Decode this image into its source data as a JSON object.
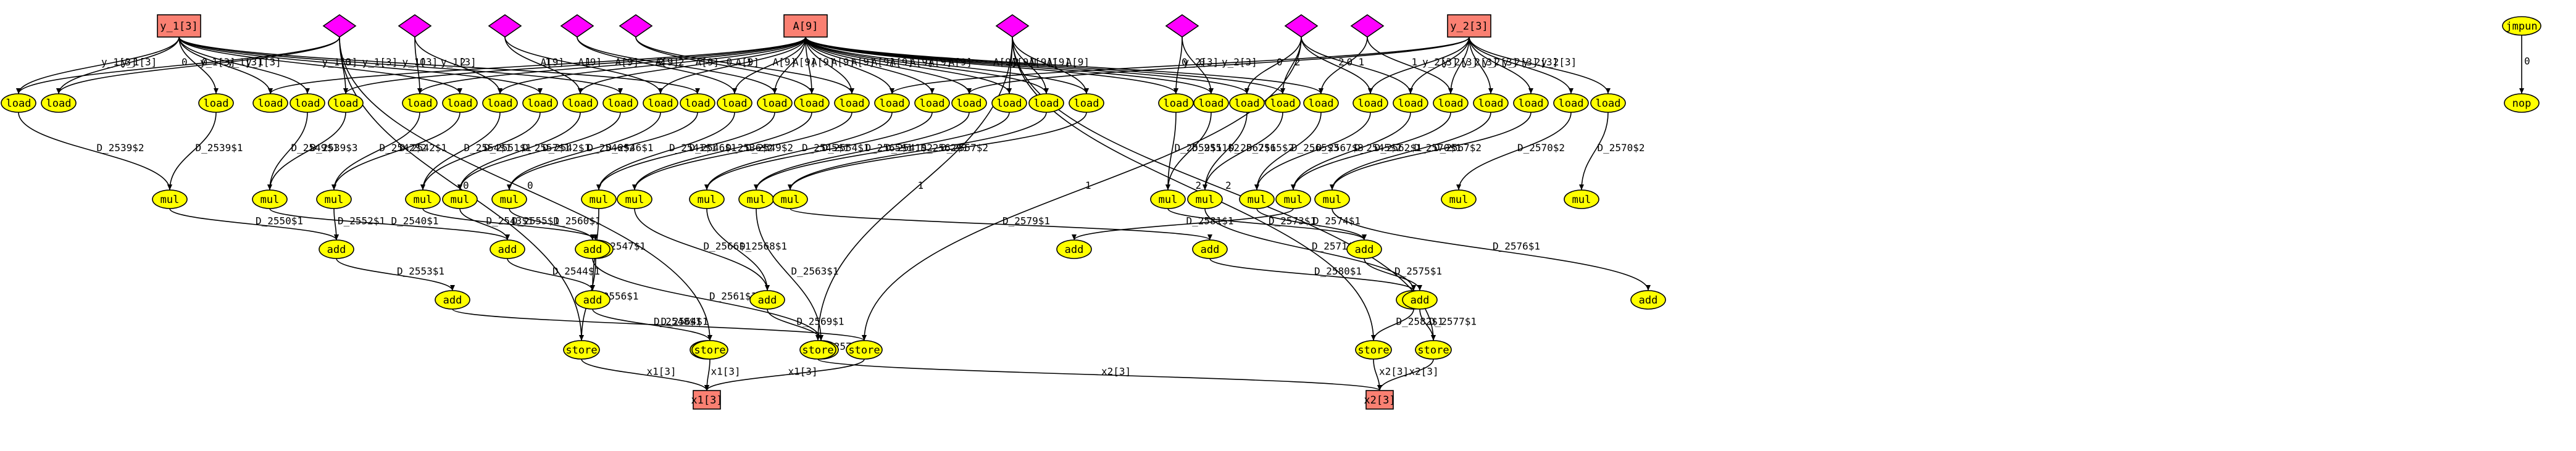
{
  "nodes": [
    {
      "id": "y1",
      "shape": "rect",
      "label": "y_1[3]"
    },
    {
      "id": "dA",
      "shape": "diamond",
      "label": ""
    },
    {
      "id": "dB",
      "shape": "diamond",
      "label": ""
    },
    {
      "id": "dC",
      "shape": "diamond",
      "label": ""
    },
    {
      "id": "dD",
      "shape": "diamond",
      "label": ""
    },
    {
      "id": "dE",
      "shape": "diamond",
      "label": ""
    },
    {
      "id": "A",
      "shape": "rect",
      "label": "A[9]"
    },
    {
      "id": "dF",
      "shape": "diamond",
      "label": ""
    },
    {
      "id": "dG",
      "shape": "diamond",
      "label": ""
    },
    {
      "id": "dH",
      "shape": "diamond",
      "label": ""
    },
    {
      "id": "dI",
      "shape": "diamond",
      "label": ""
    },
    {
      "id": "y2",
      "shape": "rect",
      "label": "y_2[3]"
    },
    {
      "id": "jmp",
      "shape": "ellipse",
      "label": "jmpun"
    },
    {
      "id": "L1",
      "shape": "ellipse",
      "label": "load"
    },
    {
      "id": "L2",
      "shape": "ellipse",
      "label": "load"
    },
    {
      "id": "L3",
      "shape": "ellipse",
      "label": "load"
    },
    {
      "id": "L4",
      "shape": "ellipse",
      "label": "load"
    },
    {
      "id": "L5",
      "shape": "ellipse",
      "label": "load"
    },
    {
      "id": "L6",
      "shape": "ellipse",
      "label": "load"
    },
    {
      "id": "L7",
      "shape": "ellipse",
      "label": "load"
    },
    {
      "id": "L8",
      "shape": "ellipse",
      "label": "load"
    },
    {
      "id": "L9",
      "shape": "ellipse",
      "label": "load"
    },
    {
      "id": "L10",
      "shape": "ellipse",
      "label": "load"
    },
    {
      "id": "L11",
      "shape": "ellipse",
      "label": "load"
    },
    {
      "id": "L12",
      "shape": "ellipse",
      "label": "load"
    },
    {
      "id": "L13",
      "shape": "ellipse",
      "label": "load"
    },
    {
      "id": "L14",
      "shape": "ellipse",
      "label": "load"
    },
    {
      "id": "L15",
      "shape": "ellipse",
      "label": "load"
    },
    {
      "id": "L16",
      "shape": "ellipse",
      "label": "load"
    },
    {
      "id": "L17",
      "shape": "ellipse",
      "label": "load"
    },
    {
      "id": "L18",
      "shape": "ellipse",
      "label": "load"
    },
    {
      "id": "L19",
      "shape": "ellipse",
      "label": "load"
    },
    {
      "id": "L20",
      "shape": "ellipse",
      "label": "load"
    },
    {
      "id": "L21",
      "shape": "ellipse",
      "label": "load"
    },
    {
      "id": "L22",
      "shape": "ellipse",
      "label": "load"
    },
    {
      "id": "L23",
      "shape": "ellipse",
      "label": "load"
    },
    {
      "id": "L24",
      "shape": "ellipse",
      "label": "load"
    },
    {
      "id": "L25",
      "shape": "ellipse",
      "label": "load"
    },
    {
      "id": "L26",
      "shape": "ellipse",
      "label": "load"
    },
    {
      "id": "L27",
      "shape": "ellipse",
      "label": "load"
    },
    {
      "id": "L28",
      "shape": "ellipse",
      "label": "load"
    },
    {
      "id": "L29",
      "shape": "ellipse",
      "label": "load"
    },
    {
      "id": "L30",
      "shape": "ellipse",
      "label": "load"
    },
    {
      "id": "L31",
      "shape": "ellipse",
      "label": "load"
    },
    {
      "id": "L32",
      "shape": "ellipse",
      "label": "load"
    },
    {
      "id": "L33",
      "shape": "ellipse",
      "label": "load"
    },
    {
      "id": "L34",
      "shape": "ellipse",
      "label": "load"
    },
    {
      "id": "L35",
      "shape": "ellipse",
      "label": "load"
    },
    {
      "id": "L36",
      "shape": "ellipse",
      "label": "load"
    },
    {
      "id": "nop",
      "shape": "ellipse",
      "label": "nop"
    },
    {
      "id": "M1",
      "shape": "ellipse",
      "label": "mul"
    },
    {
      "id": "M2",
      "shape": "ellipse",
      "label": "mul"
    },
    {
      "id": "M3",
      "shape": "ellipse",
      "label": "mul"
    },
    {
      "id": "M4",
      "shape": "ellipse",
      "label": "mul"
    },
    {
      "id": "M5",
      "shape": "ellipse",
      "label": "mul"
    },
    {
      "id": "M6",
      "shape": "ellipse",
      "label": "mul"
    },
    {
      "id": "M7",
      "shape": "ellipse",
      "label": "mul"
    },
    {
      "id": "M8",
      "shape": "ellipse",
      "label": "mul"
    },
    {
      "id": "M9",
      "shape": "ellipse",
      "label": "mul"
    },
    {
      "id": "M10",
      "shape": "ellipse",
      "label": "mul"
    },
    {
      "id": "M11",
      "shape": "ellipse",
      "label": "mul"
    },
    {
      "id": "M12",
      "shape": "ellipse",
      "label": "mul"
    },
    {
      "id": "M13",
      "shape": "ellipse",
      "label": "mul"
    },
    {
      "id": "M14",
      "shape": "ellipse",
      "label": "mul"
    },
    {
      "id": "M15",
      "shape": "ellipse",
      "label": "mul"
    },
    {
      "id": "M16",
      "shape": "ellipse",
      "label": "mul"
    },
    {
      "id": "M17",
      "shape": "ellipse",
      "label": "mul"
    },
    {
      "id": "M18",
      "shape": "ellipse",
      "label": "mul"
    },
    {
      "id": "Ad1",
      "shape": "ellipse",
      "label": "add"
    },
    {
      "id": "Ad2",
      "shape": "ellipse",
      "label": "add"
    },
    {
      "id": "Ad3",
      "shape": "ellipse",
      "label": "add"
    },
    {
      "id": "Ad4",
      "shape": "ellipse",
      "label": "add"
    },
    {
      "id": "Ad5",
      "shape": "ellipse",
      "label": "add"
    },
    {
      "id": "Ad6",
      "shape": "ellipse",
      "label": "add"
    },
    {
      "id": "Ad7",
      "shape": "ellipse",
      "label": "add"
    },
    {
      "id": "Ad8",
      "shape": "ellipse",
      "label": "add"
    },
    {
      "id": "Bd1",
      "shape": "ellipse",
      "label": "add"
    },
    {
      "id": "Bd2",
      "shape": "ellipse",
      "label": "add"
    },
    {
      "id": "Bd3",
      "shape": "ellipse",
      "label": "add"
    },
    {
      "id": "Bd4",
      "shape": "ellipse",
      "label": "add"
    },
    {
      "id": "Cd1",
      "shape": "ellipse",
      "label": "add"
    },
    {
      "id": "Cd2",
      "shape": "ellipse",
      "label": "add"
    },
    {
      "id": "S1",
      "shape": "ellipse",
      "label": "store"
    },
    {
      "id": "S2",
      "shape": "ellipse",
      "label": "store"
    },
    {
      "id": "S3",
      "shape": "ellipse",
      "label": "store"
    },
    {
      "id": "S4",
      "shape": "ellipse",
      "label": "store"
    },
    {
      "id": "S5",
      "shape": "ellipse",
      "label": "store"
    },
    {
      "id": "S6",
      "shape": "ellipse",
      "label": "store"
    },
    {
      "id": "S7",
      "shape": "ellipse",
      "label": "store"
    },
    {
      "id": "x1",
      "shape": "rect",
      "label": "x1[3]"
    },
    {
      "id": "x2",
      "shape": "rect",
      "label": "x2[3]"
    }
  ],
  "edges": [
    {
      "from": "y1",
      "to": "L1",
      "label": "y_1[3]"
    },
    {
      "from": "y1",
      "to": "L2",
      "label": "y_1[3]"
    },
    {
      "from": "y1",
      "to": "L3",
      "label": "y_1[3]"
    },
    {
      "from": "y1",
      "to": "L4",
      "label": "y_1[3]"
    },
    {
      "from": "y1",
      "to": "L5",
      "label": "y_1[3]"
    },
    {
      "from": "y1",
      "to": "L8",
      "label": "y_1[3]"
    },
    {
      "from": "y1",
      "to": "L10",
      "label": "y_1[3]"
    },
    {
      "from": "y1",
      "to": "L12",
      "label": "y_1[3]"
    },
    {
      "from": "y1",
      "to": "L14",
      "label": "y_1[3]"
    },
    {
      "from": "dA",
      "to": "L1",
      "label": "0"
    },
    {
      "from": "dA",
      "to": "L2",
      "label": "0"
    },
    {
      "from": "dA",
      "to": "L6",
      "label": "0"
    },
    {
      "from": "dA",
      "to": "S1",
      "label": "0"
    },
    {
      "from": "dA",
      "to": "S3",
      "label": "0"
    },
    {
      "from": "dB",
      "to": "L7",
      "label": "0"
    },
    {
      "from": "dB",
      "to": "L9",
      "label": "2"
    },
    {
      "from": "dC",
      "to": "L11",
      "label": "1"
    },
    {
      "from": "dC",
      "to": "L13",
      "label": "1"
    },
    {
      "from": "dD",
      "to": "L15",
      "label": "2"
    },
    {
      "from": "dD",
      "to": "L16",
      "label": "2"
    },
    {
      "from": "dE",
      "to": "L17",
      "label": "0"
    },
    {
      "from": "dE",
      "to": "L18",
      "label": "1"
    },
    {
      "from": "A",
      "to": "L4",
      "label": "A[9]"
    },
    {
      "from": "A",
      "to": "L6",
      "label": "A[9]"
    },
    {
      "from": "A",
      "to": "L7",
      "label": "A[9]"
    },
    {
      "from": "A",
      "to": "L9",
      "label": "A[9]"
    },
    {
      "from": "A",
      "to": "L11",
      "label": "A[9]"
    },
    {
      "from": "A",
      "to": "L13",
      "label": "A[9]"
    },
    {
      "from": "A",
      "to": "L15",
      "label": "A[9]"
    },
    {
      "from": "A",
      "to": "L16",
      "label": "A[9]"
    },
    {
      "from": "A",
      "to": "L17",
      "label": "A[9]"
    },
    {
      "from": "A",
      "to": "L18",
      "label": "A[9]"
    },
    {
      "from": "A",
      "to": "L19",
      "label": "A[9]"
    },
    {
      "from": "A",
      "to": "L20",
      "label": "A[9]"
    },
    {
      "from": "A",
      "to": "L21",
      "label": "A[9]"
    },
    {
      "from": "A",
      "to": "L22",
      "label": "A[9]"
    },
    {
      "from": "A",
      "to": "L23",
      "label": "A[9]"
    },
    {
      "from": "A",
      "to": "L24",
      "label": "A[9]"
    },
    {
      "from": "A",
      "to": "L25",
      "label": "A[9]"
    },
    {
      "from": "A",
      "to": "L26",
      "label": "A[9]"
    },
    {
      "from": "A",
      "to": "L27",
      "label": "A[9]"
    },
    {
      "from": "A",
      "to": "L28",
      "label": "A[9]"
    },
    {
      "from": "A",
      "to": "L29",
      "label": "A[9]"
    },
    {
      "from": "dF",
      "to": "L22",
      "label": "2"
    },
    {
      "from": "dF",
      "to": "L23",
      "label": "1"
    },
    {
      "from": "dF",
      "to": "L24",
      "label": "1"
    },
    {
      "from": "dF",
      "to": "S4",
      "label": "1"
    },
    {
      "from": "dF",
      "to": "S6",
      "label": "2"
    },
    {
      "from": "dF",
      "to": "S7",
      "label": "2"
    },
    {
      "from": "dG",
      "to": "L25",
      "label": "0"
    },
    {
      "from": "dG",
      "to": "L26",
      "label": "0"
    },
    {
      "from": "dH",
      "to": "L27",
      "label": "0"
    },
    {
      "from": "dH",
      "to": "L28",
      "label": "2"
    },
    {
      "from": "dH",
      "to": "L30",
      "label": "2"
    },
    {
      "from": "dH",
      "to": "L31",
      "label": "1"
    },
    {
      "from": "dH",
      "to": "S5",
      "label": "1"
    },
    {
      "from": "dI",
      "to": "L32",
      "label": "1"
    },
    {
      "from": "dI",
      "to": "L29",
      "label": "0"
    },
    {
      "from": "y2",
      "to": "L19",
      "label": "y_2[3]"
    },
    {
      "from": "y2",
      "to": "L21",
      "label": "y_2[3]"
    },
    {
      "from": "y2",
      "to": "L30",
      "label": "y_2[3]"
    },
    {
      "from": "y2",
      "to": "L31",
      "label": "y_2[3]"
    },
    {
      "from": "y2",
      "to": "L32",
      "label": "y_2[3]"
    },
    {
      "from": "y2",
      "to": "L33",
      "label": "y_2[3]"
    },
    {
      "from": "y2",
      "to": "L34",
      "label": "y_2[3]"
    },
    {
      "from": "y2",
      "to": "L35",
      "label": "y_2[3]"
    },
    {
      "from": "y2",
      "to": "L36",
      "label": "y_2[3]"
    },
    {
      "from": "jmp",
      "to": "nop",
      "label": "0"
    },
    {
      "from": "L1",
      "to": "M1",
      "label": "D_2539$2"
    },
    {
      "from": "L3",
      "to": "M1",
      "label": "D_2539$1"
    },
    {
      "from": "L5",
      "to": "M2",
      "label": "D_2549$1"
    },
    {
      "from": "L6",
      "to": "M2",
      "label": "D_2539$3"
    },
    {
      "from": "L7",
      "to": "M3",
      "label": "D_2542$2"
    },
    {
      "from": "L8",
      "to": "M3",
      "label": "D_2542$1"
    },
    {
      "from": "L9",
      "to": "M4",
      "label": "D_2554$1"
    },
    {
      "from": "L10",
      "to": "M4",
      "label": "D_2551$1"
    },
    {
      "from": "L11",
      "to": "M5",
      "label": "D_2557$1"
    },
    {
      "from": "L12",
      "to": "M5",
      "label": "D_2542$1"
    },
    {
      "from": "L13",
      "to": "M6",
      "label": "D_2546$2"
    },
    {
      "from": "L14",
      "to": "M6",
      "label": "D_2546$1"
    },
    {
      "from": "L15",
      "to": "M7",
      "label": "D_2541$1"
    },
    {
      "from": "L16",
      "to": "M7",
      "label": "D_2546$1"
    },
    {
      "from": "L17",
      "to": "M8",
      "label": "D_2536$2"
    },
    {
      "from": "L18",
      "to": "M8",
      "label": "D_2549$2"
    },
    {
      "from": "L19",
      "to": "M9",
      "label": "D_2545$1"
    },
    {
      "from": "L20",
      "to": "M9",
      "label": "D_2554$1"
    },
    {
      "from": "L21",
      "to": "M10",
      "label": "D_2565$1"
    },
    {
      "from": "L22",
      "to": "M10",
      "label": "D_2541$2"
    },
    {
      "from": "L23",
      "to": "M11",
      "label": "D_2562$1"
    },
    {
      "from": "L24",
      "to": "M11",
      "label": "D_2557$2"
    },
    {
      "from": "L25",
      "to": "M12",
      "label": "D_2559$1"
    },
    {
      "from": "L26",
      "to": "M12",
      "label": "D_2551$2"
    },
    {
      "from": "L27",
      "to": "M13",
      "label": "D_2567$1"
    },
    {
      "from": "L28",
      "to": "M13",
      "label": "D_2565$2"
    },
    {
      "from": "L29",
      "to": "M14",
      "label": "D_2565$3"
    },
    {
      "from": "L30",
      "to": "M14",
      "label": "D_2567$3"
    },
    {
      "from": "L31",
      "to": "M15",
      "label": "D_2545$2"
    },
    {
      "from": "L32",
      "to": "M15",
      "label": "D_2562$1"
    },
    {
      "from": "L33",
      "to": "M16",
      "label": "D_2570$1"
    },
    {
      "from": "L34",
      "to": "M16",
      "label": "D_2567$2"
    },
    {
      "from": "L35",
      "to": "M17",
      "label": "D_2570$2"
    },
    {
      "from": "L36",
      "to": "M18",
      "label": "D_2570$2"
    },
    {
      "from": "M1",
      "to": "Ad1",
      "label": "D_2550$1"
    },
    {
      "from": "M2",
      "to": "Ad2",
      "label": "D_2540$1"
    },
    {
      "from": "M3",
      "to": "Ad1",
      "label": "D_2552$1"
    },
    {
      "from": "M4",
      "to": "Ad3",
      "label": "D_2555$1"
    },
    {
      "from": "M5",
      "to": "Ad2",
      "label": "D_2543$1"
    },
    {
      "from": "M6",
      "to": "Ad4",
      "label": "D_2560$1"
    },
    {
      "from": "M7",
      "to": "Ad5",
      "label": "D_2547$1"
    },
    {
      "from": "M8",
      "to": "Ad6",
      "label": "D_2566$1"
    },
    {
      "from": "M9",
      "to": "Ad6",
      "label": "D_2568$1"
    },
    {
      "from": "M10",
      "to": "Ad7",
      "label": "D_2563$1"
    },
    {
      "from": "M11",
      "to": "Bd1",
      "label": "D_2579$1"
    },
    {
      "from": "M12",
      "to": "Bd2",
      "label": "D_2573$1"
    },
    {
      "from": "M13",
      "to": "Bd3",
      "label": "D_2571$1"
    },
    {
      "from": "M14",
      "to": "Bd2",
      "label": "D_2574$1"
    },
    {
      "from": "M15",
      "to": "Bd4",
      "label": "D_2581$1"
    },
    {
      "from": "M16",
      "to": "Cd2",
      "label": "D_2576$1"
    },
    {
      "from": "Ad1",
      "to": "Ad8",
      "label": "D_2553$1"
    },
    {
      "from": "Ad2",
      "to": "Ad5",
      "label": "D_2544$1"
    },
    {
      "from": "Ad3",
      "to": "S1",
      "label": "D_2556$1"
    },
    {
      "from": "Ad4",
      "to": "Ad7",
      "label": "D_2561$1"
    },
    {
      "from": "Ad5",
      "to": "S3",
      "label": "D_2548$1"
    },
    {
      "from": "Ad6",
      "to": "Ad7",
      "label": "D_2569$1"
    },
    {
      "from": "Ad7",
      "to": "S4",
      "label": "D_2572$1"
    },
    {
      "from": "Ad8",
      "to": "S5",
      "label": "D_2564$1"
    },
    {
      "from": "Bd1",
      "to": "Bd3",
      "label": "D_2580$1"
    },
    {
      "from": "Bd2",
      "to": "Cd1",
      "label": "D_2575$1"
    },
    {
      "from": "Bd3",
      "to": "S6",
      "label": "D_2582$1"
    },
    {
      "from": "Cd1",
      "to": "S7",
      "label": "D_2577$1"
    },
    {
      "from": "S1",
      "to": "x1",
      "label": "x1[3]"
    },
    {
      "from": "S3",
      "to": "x1",
      "label": "x1[3]"
    },
    {
      "from": "S5",
      "to": "x1",
      "label": "x1[3]"
    },
    {
      "from": "S4",
      "to": "x2",
      "label": "x2[3]"
    },
    {
      "from": "S6",
      "to": "x2",
      "label": "x2[3]"
    },
    {
      "from": "S7",
      "to": "x2",
      "label": "x2[3]"
    }
  ],
  "colors": {
    "rect_fill": "#fa8072",
    "diamond_fill": "#ff00ff",
    "ellipse_fill": "#ffff00",
    "stroke": "#000000"
  }
}
